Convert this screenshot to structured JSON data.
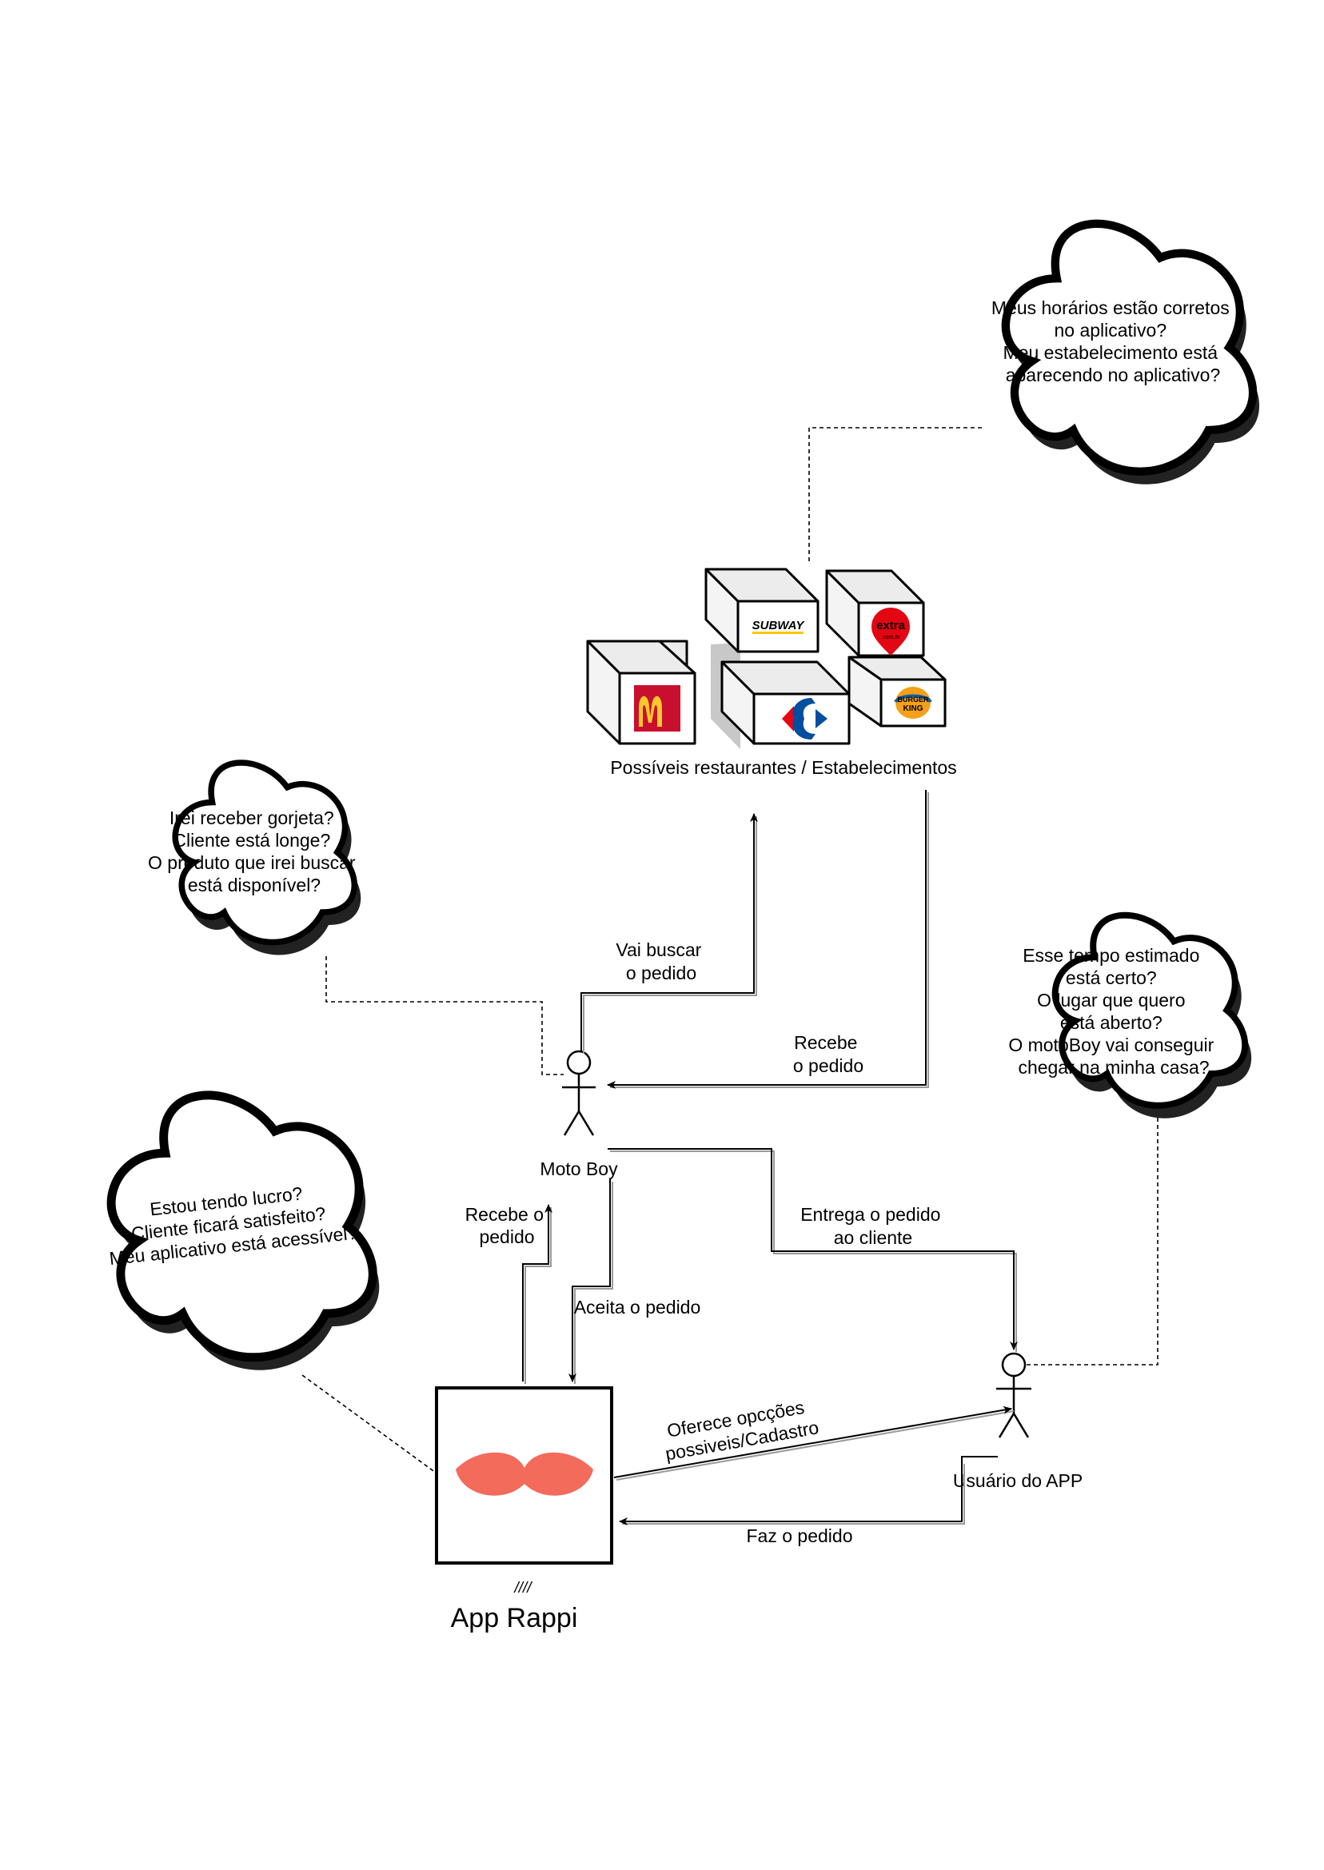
{
  "colors": {
    "stroke": "#000000",
    "cloud_fill": "#ffffff",
    "shadow": "#333333",
    "mustache": "#f26b5b",
    "mcd_red": "#c8102e",
    "mcd_yellow": "#ffc72c",
    "subway_green": "#008c15",
    "subway_yellow": "#ffc600",
    "extra_red": "#e30613",
    "carrefour_blue": "#004e9f",
    "carrefour_red": "#e30613",
    "bk_orange": "#f5a01a",
    "bk_red": "#d52b1e",
    "bk_blue": "#0a5ea8"
  },
  "clouds": {
    "estabelecimento": [
      "Meus horários estão corretos",
      "no aplicativo?",
      "Meu estabelecimento está",
      "aparecendo no aplicativo?"
    ],
    "motoboy": [
      "Irei receber gorjeta?",
      "Cliente está longe?",
      "O produto que irei buscar",
      "está disponível?"
    ],
    "usuario": [
      "Esse tempo estimado",
      "está certo?",
      "O lugar que quero",
      "está aberto?",
      "O motoBoy vai conseguir",
      "chegar na minha casa?"
    ],
    "app": [
      "Estou tendo lucro?",
      "Cliente ficará satisfeito?",
      "Meu aplicativo está acessível?"
    ]
  },
  "stores": {
    "label": "Possíveis  restaurantes / Estabelecimentos",
    "logos": {
      "mcdonalds": "mcdonalds-logo",
      "subway": "SUBWAY",
      "extra": "extra",
      "extra_sub": ".com.br",
      "carrefour": "carrefour-logo",
      "burger_king_1": "BURGER",
      "burger_king_2": "KING"
    }
  },
  "actors": {
    "motoboy": "Moto Boy",
    "usuario": "Usuário do APP"
  },
  "app": {
    "tag": "////",
    "name": "App Rappi",
    "icon": "mustache-icon"
  },
  "edges": {
    "vai_buscar": [
      "Vai buscar",
      "o pedido"
    ],
    "recebe_loja": [
      "Recebe",
      "o pedido"
    ],
    "recebe_app": [
      "Recebe o",
      "pedido"
    ],
    "aceita": "Aceita o pedido",
    "entrega": [
      "Entrega o pedido",
      "ao cliente"
    ],
    "oferece": [
      "Oferece opcções",
      "possiveis/Cadastro"
    ],
    "faz_pedido": "Faz o pedido"
  }
}
